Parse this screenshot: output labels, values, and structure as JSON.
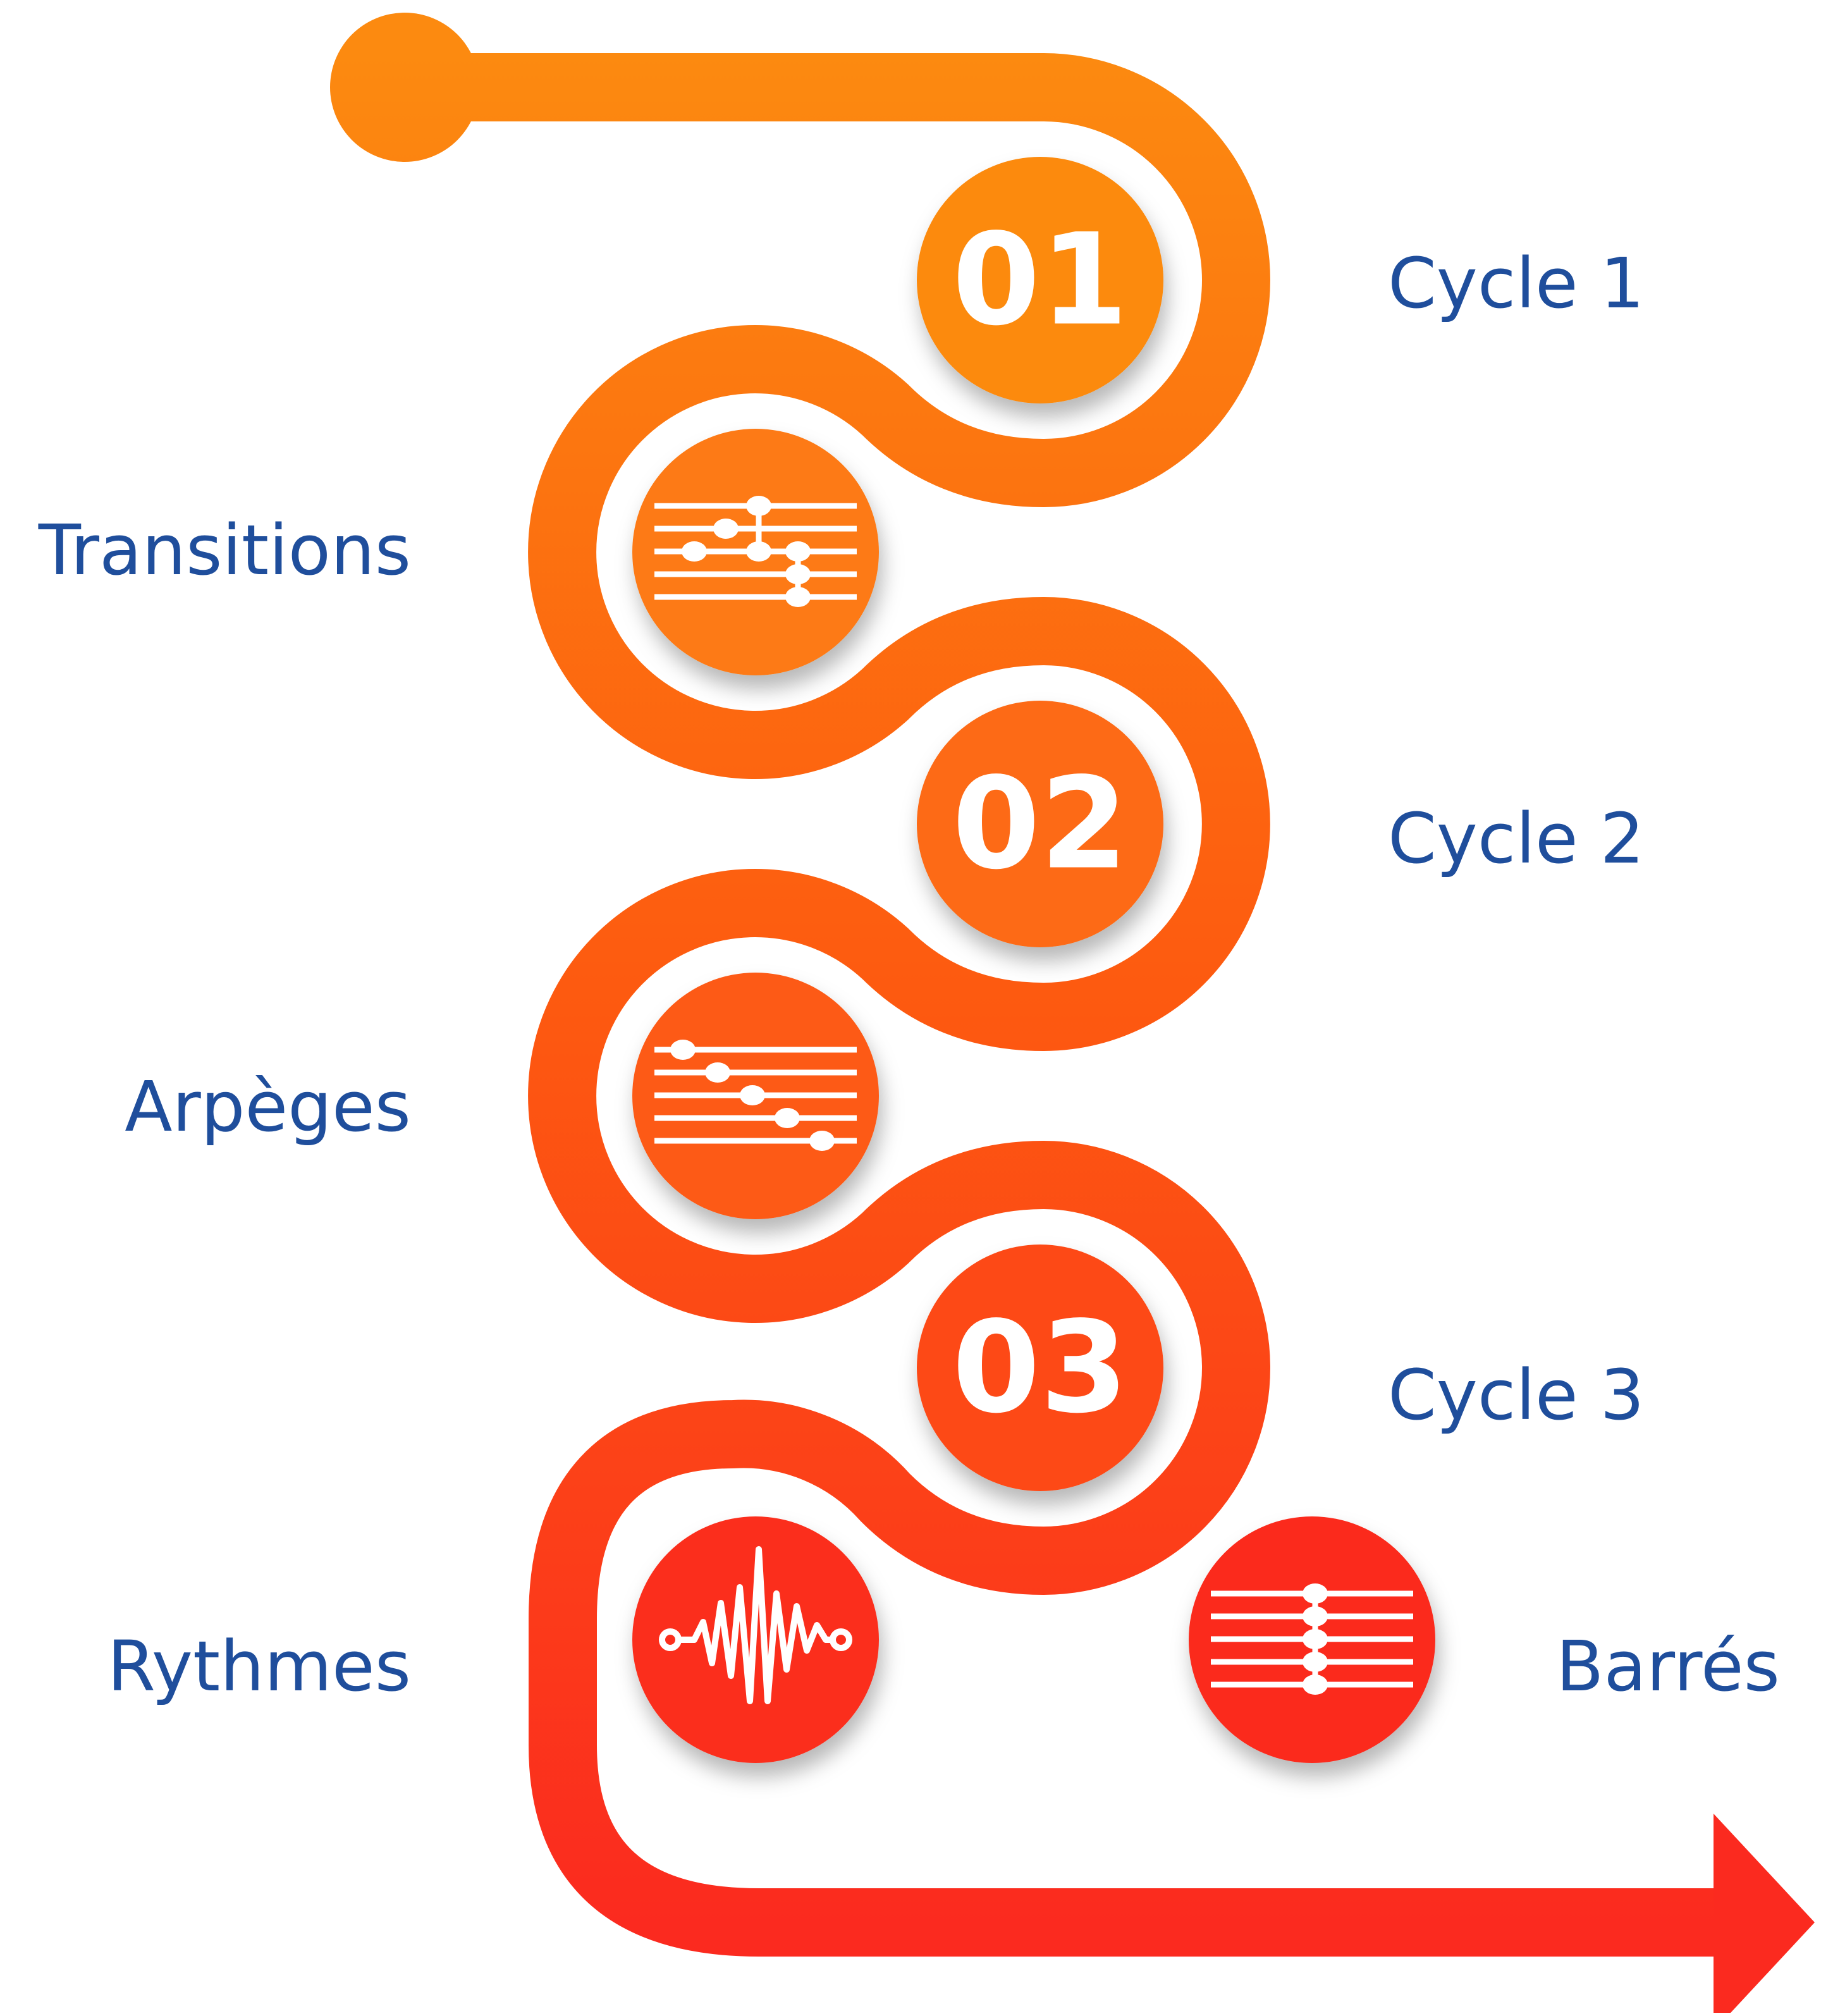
{
  "steps": [
    {
      "number": "01",
      "label": "Cycle 1"
    },
    {
      "number": "02",
      "label": "Cycle 2"
    },
    {
      "number": "03",
      "label": "Cycle 3"
    }
  ],
  "topics": [
    {
      "label": "Transitions",
      "icon": "string-sliders-icon"
    },
    {
      "label": "Arpèges",
      "icon": "string-sliders-diagonal-icon"
    },
    {
      "label": "Rythmes",
      "icon": "waveform-icon"
    },
    {
      "label": "Barrés",
      "icon": "string-sliders-vertical-icon"
    }
  ],
  "colors": {
    "path_top": "#fc8a10",
    "path_bottom": "#fb2a1f",
    "label": "#1f4e9c",
    "icon_stroke": "#ffffff"
  }
}
